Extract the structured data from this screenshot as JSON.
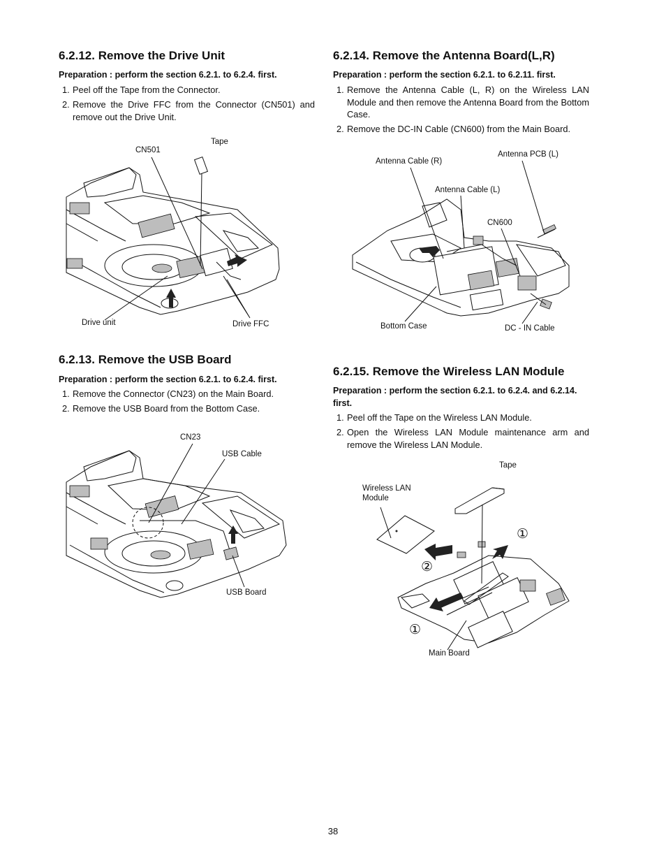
{
  "s1": {
    "title": "6.2.12.   Remove the Drive Unit",
    "prep": "Preparation : perform the section 6.2.1. to 6.2.4. first.",
    "steps": [
      {
        "n": "1.",
        "t": "Peel off the Tape from the Connector."
      },
      {
        "n": "2.",
        "t": "Remove the Drive FFC from the Connector (CN501) and remove out the Drive Unit."
      }
    ],
    "labels": {
      "cn501": "CN501",
      "tape": "Tape",
      "drive_unit": "Drive unit",
      "drive_ffc": "Drive FFC"
    }
  },
  "s2": {
    "title": "6.2.13.   Remove the USB Board",
    "prep": "Preparation : perform the section 6.2.1. to 6.2.4. first.",
    "steps": [
      {
        "n": "1.",
        "t": "Remove the Connector (CN23) on the Main Board."
      },
      {
        "n": "2.",
        "t": "Remove the USB Board from the Bottom Case."
      }
    ],
    "labels": {
      "cn23": "CN23",
      "usb_cable": "USB Cable",
      "usb_board": "USB Board"
    }
  },
  "s3": {
    "title": "6.2.14.   Remove the Antenna Board(L,R)",
    "prep": "Preparation : perform the section 6.2.1. to 6.2.11. first.",
    "steps": [
      {
        "n": "1.",
        "t": "Remove the Antenna Cable (L, R) on the Wireless LAN Module and then remove the Antenna Board from the Bottom Case."
      },
      {
        "n": "2.",
        "t": "Remove the DC-IN Cable (CN600) from the Main Board."
      }
    ],
    "labels": {
      "ant_r": "Antenna Cable (R)",
      "ant_pcb_l": "Antenna PCB (L)",
      "ant_l": "Antenna Cable (L)",
      "cn600": "CN600",
      "bottom_case": "Bottom Case",
      "dc_in": "DC - IN Cable"
    }
  },
  "s4": {
    "title": "6.2.15.   Remove the Wireless LAN Module",
    "prep_line1": "Preparation : perform the section 6.2.1. to 6.2.4. and 6.2.14.",
    "prep_line2": "first.",
    "steps": [
      {
        "n": "1.",
        "t": "Peel off the Tape on the Wireless LAN Module."
      },
      {
        "n": "2.",
        "t": "Open the Wireless LAN Module maintenance arm and remove the Wireless LAN Module."
      }
    ],
    "labels": {
      "tape": "Tape",
      "wlan_1": "Wireless LAN",
      "wlan_2": "Module",
      "main_board": "Main Board",
      "c1": "①",
      "c2": "②",
      "c1b": "①"
    }
  },
  "page_number": "38"
}
